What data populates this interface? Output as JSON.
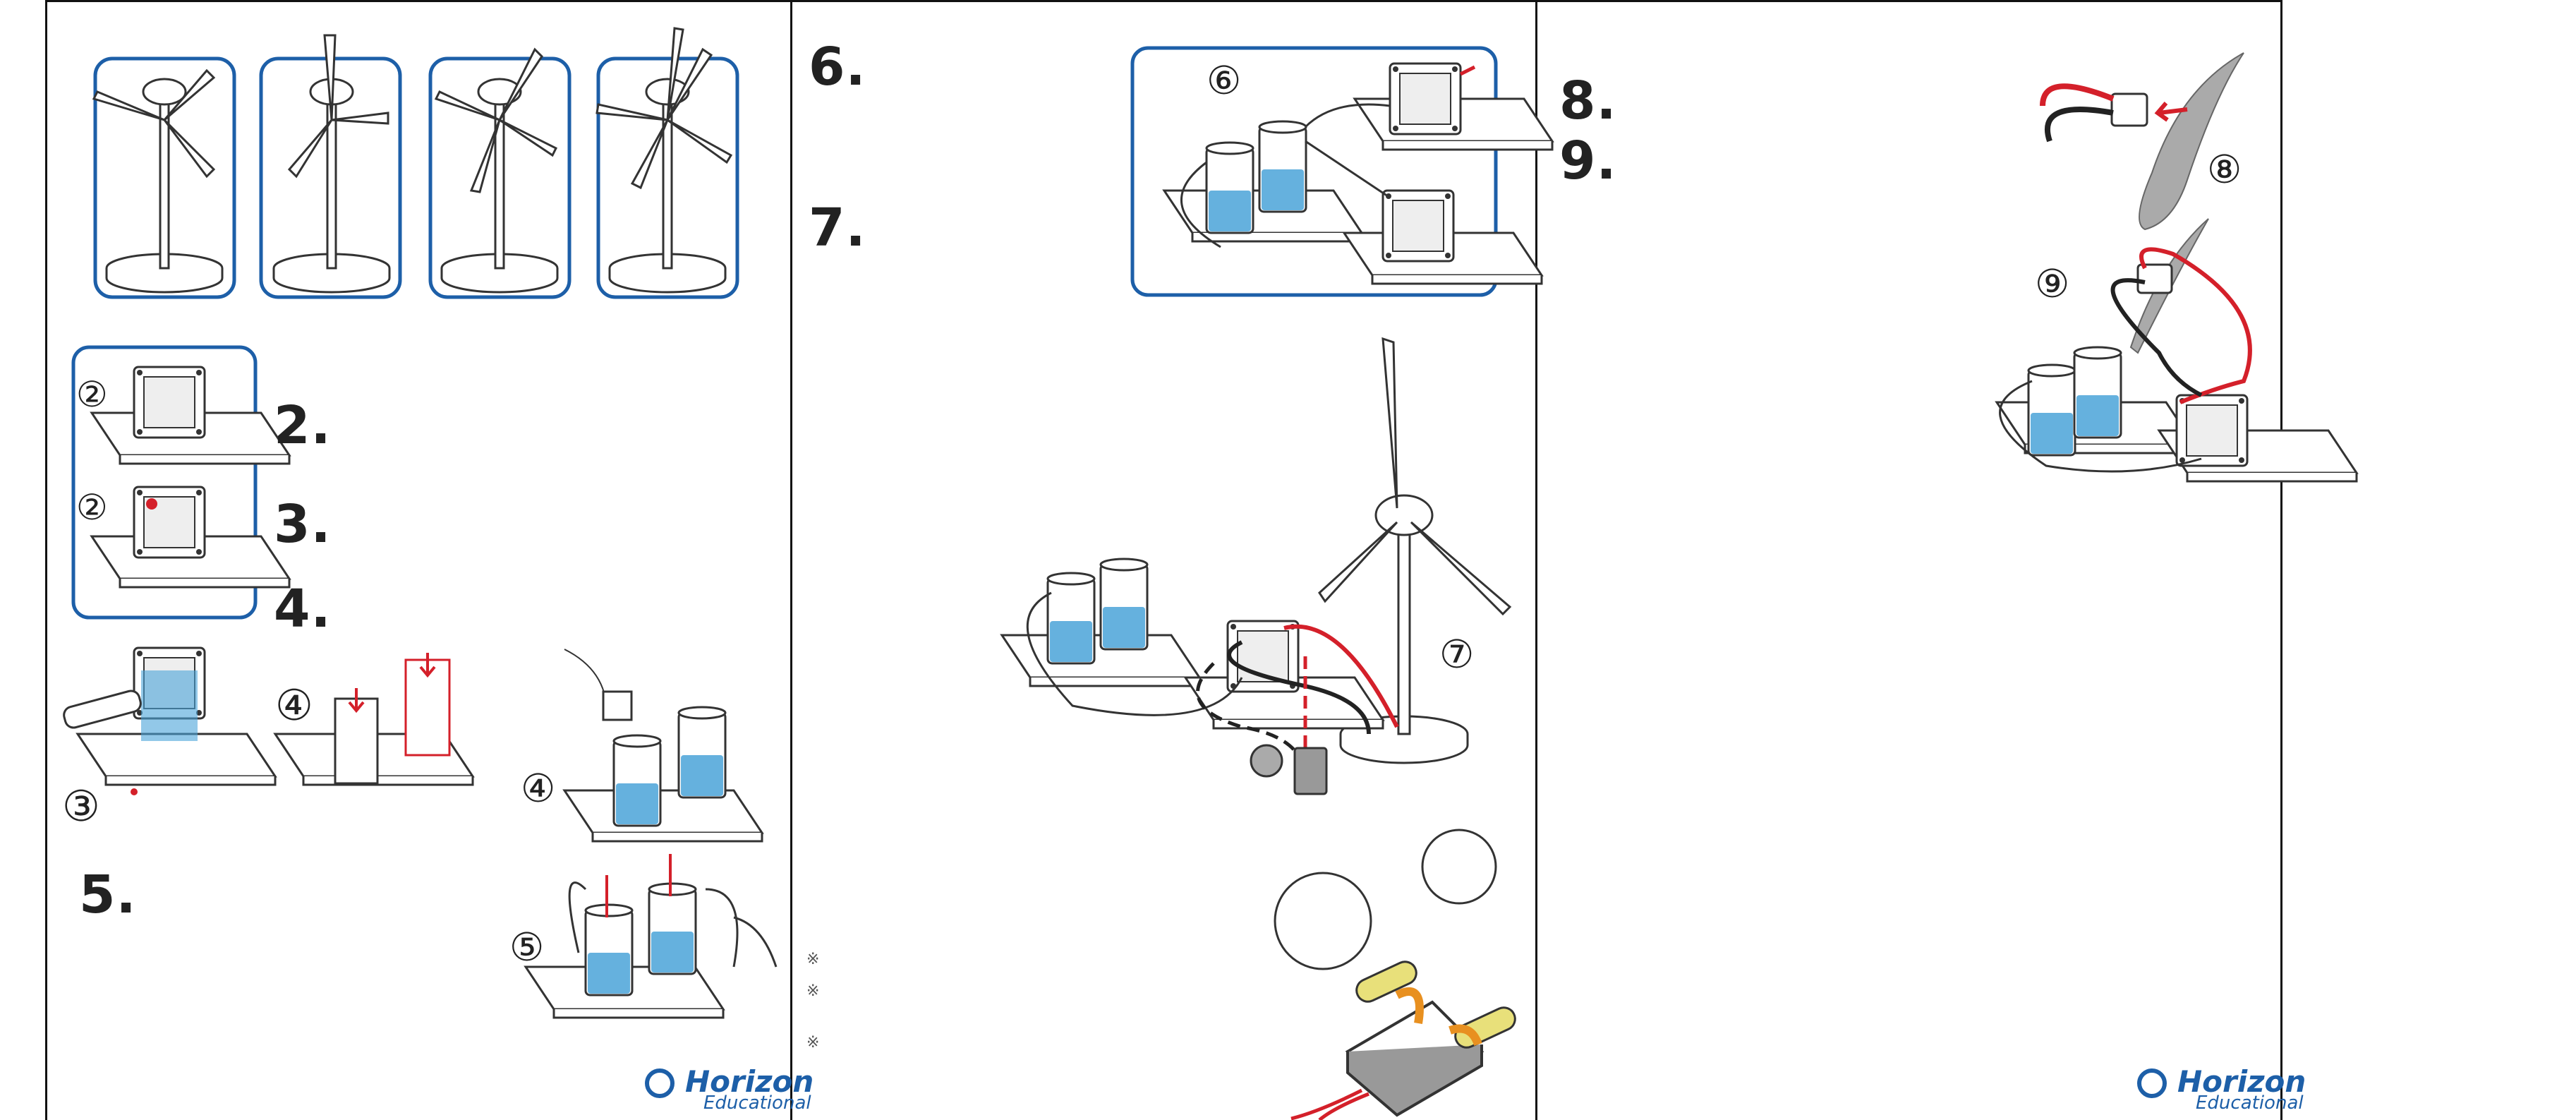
{
  "steps": {
    "s2": "2.",
    "s3": "3.",
    "s4": "4.",
    "s5": "5.",
    "s6": "6.",
    "s7": "7.",
    "s8": "8.",
    "s9": "9."
  },
  "callouts": {
    "c2a": "②",
    "c2b": "②",
    "c3": "③",
    "c4a": "④",
    "c4b": "④",
    "c5": "⑤",
    "c6": "⑥",
    "c7": "⑦",
    "c8": "⑧",
    "c9": "⑨"
  },
  "bullets": [
    "※",
    "※",
    "※"
  ],
  "logo": {
    "name": "Horizon",
    "sub": "Educational"
  },
  "colors": {
    "frame_blue": "#1d5fa8",
    "water_blue": "#4aa3d8",
    "wire_red": "#d4202a",
    "line": "#333333"
  }
}
